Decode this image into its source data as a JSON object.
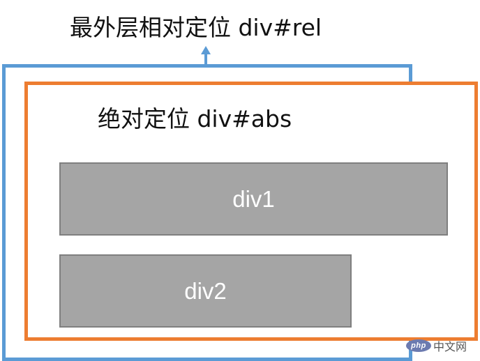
{
  "diagram": {
    "outer_label": "最外层相对定位 div#rel",
    "inner_label": "绝对定位 div#abs",
    "boxes": [
      {
        "label": "div1"
      },
      {
        "label": "div2"
      }
    ]
  },
  "watermark": {
    "logo": "php",
    "text": "中文网"
  },
  "colors": {
    "outer_border": "#5b9bd5",
    "inner_border": "#ed7d31",
    "box_fill": "#a5a5a5",
    "box_border": "#7f7f7f",
    "box_text": "#ffffff"
  },
  "icons": {
    "arrow": "arrow-up-icon"
  }
}
